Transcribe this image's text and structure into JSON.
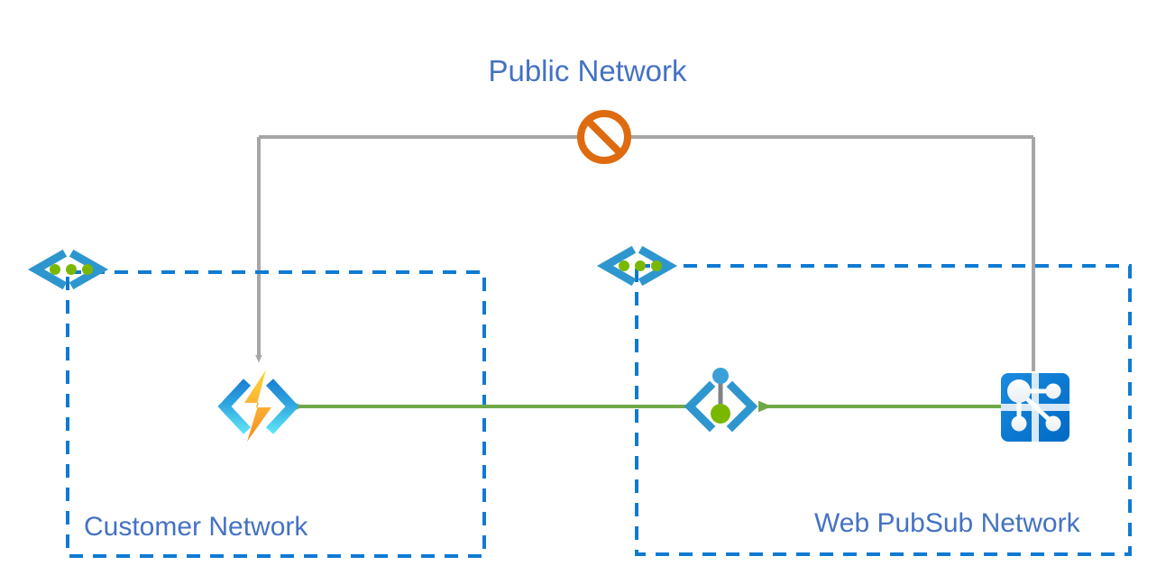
{
  "diagram": {
    "title": "Azure Web PubSub private network access diagram",
    "public_network_label": "Public Network",
    "zones": [
      {
        "id": "customer-network",
        "label": "Customer Network",
        "border_color": "#0F7AD4",
        "border_style": "dashed"
      },
      {
        "id": "webpubsub-network",
        "label": "Web PubSub Network",
        "border_color": "#0F7AD4",
        "border_style": "dashed"
      }
    ],
    "nodes": [
      {
        "id": "customer-vnet",
        "icon": "virtual-network-icon",
        "label": "",
        "zone": "customer-network"
      },
      {
        "id": "azure-function",
        "icon": "azure-function-icon",
        "label": "",
        "zone": "customer-network"
      },
      {
        "id": "webpubsub-vnet",
        "icon": "virtual-network-icon",
        "label": "",
        "zone": "webpubsub-network"
      },
      {
        "id": "private-endpoint",
        "icon": "private-endpoint-icon",
        "label": "",
        "zone": "webpubsub-network"
      },
      {
        "id": "webpubsub-service",
        "icon": "web-pubsub-service-icon",
        "label": "",
        "zone": "webpubsub-network"
      }
    ],
    "connections": [
      {
        "id": "public-to-function",
        "from": "public-network",
        "to": "azure-function",
        "color": "#A6A6A6",
        "arrow": true,
        "blocked": true
      },
      {
        "id": "public-to-webpubsub",
        "from": "public-network",
        "to": "webpubsub-service",
        "color": "#A6A6A6",
        "arrow": false,
        "blocked": true
      },
      {
        "id": "pubsub-to-endpoint",
        "from": "webpubsub-service",
        "to": "private-endpoint",
        "color": "#70A847",
        "arrow": true,
        "blocked": false
      },
      {
        "id": "endpoint-to-function",
        "from": "private-endpoint",
        "to": "azure-function",
        "color": "#70A847",
        "arrow": true,
        "blocked": false
      }
    ],
    "blocked_marker": {
      "icon": "no-entry-icon",
      "color": "#DE6B10",
      "meaning": "Public network access blocked"
    },
    "colors": {
      "label_blue": "#4472C4",
      "zone_blue": "#0F7AD4",
      "gray_line": "#A6A6A6",
      "green_arrow": "#70A847",
      "orange_block": "#DE6B10",
      "green_dot": "#7AB800",
      "blue_dot": "#3BA0D8",
      "bolt_top": "#FFD02E",
      "bolt_bottom": "#F79421"
    }
  }
}
